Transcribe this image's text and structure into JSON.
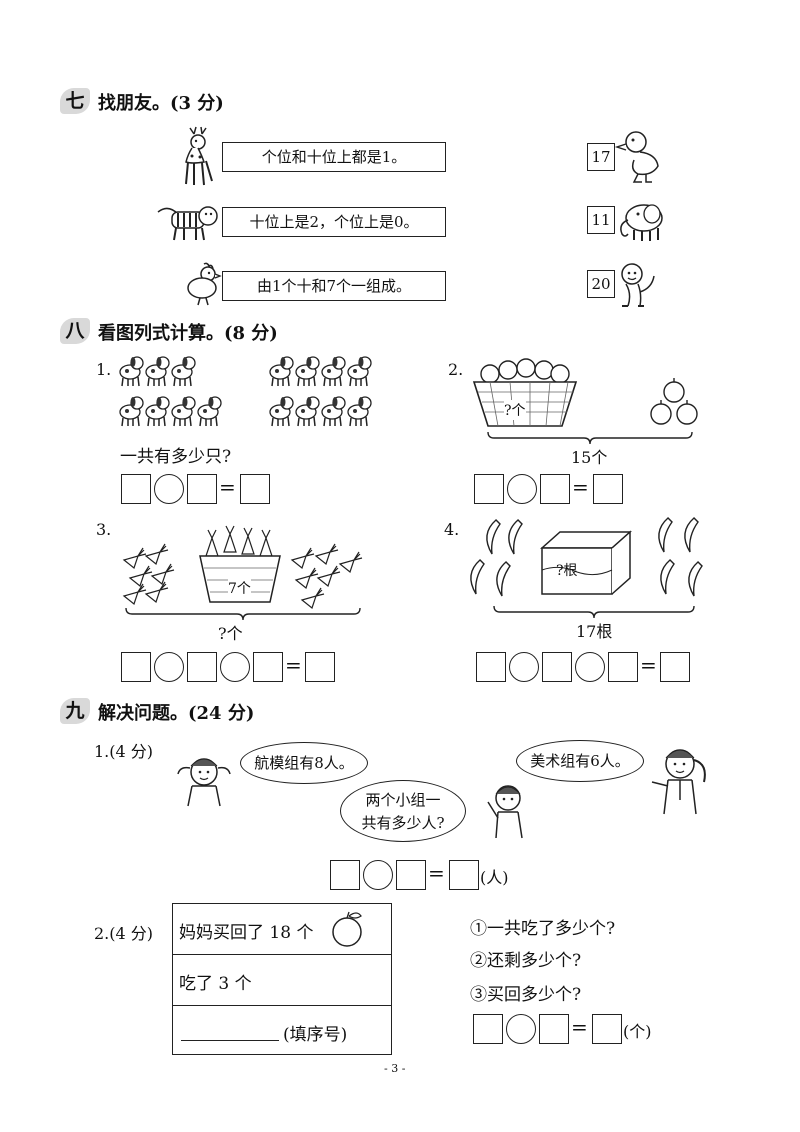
{
  "section7": {
    "num": "七",
    "title": "找朋友。(3 分)",
    "statements": [
      "个位和十位上都是1。",
      "十位上是2，个位上是0。",
      "由1个十和7个一组成。"
    ],
    "numbers": [
      "17",
      "11",
      "20"
    ],
    "animal_icons": [
      "deer-icon",
      "tiger-icon",
      "chicken-icon",
      "duck-icon",
      "elephant-icon",
      "monkey-icon"
    ]
  },
  "section8": {
    "num": "八",
    "title": "看图列式计算。(8 分)",
    "problems": [
      {
        "index": "1.",
        "question": "一共有多少只?"
      },
      {
        "index": "2.",
        "basket_label": "?个",
        "total_label": "15个"
      },
      {
        "index": "3.",
        "basket_label": "7个",
        "total_label": "?个"
      },
      {
        "index": "4.",
        "box_label": "?根",
        "total_label": "17根"
      }
    ],
    "eq_sign": "="
  },
  "section9": {
    "num": "九",
    "title": "解决问题。(24 分)",
    "p1": {
      "label": "1.(4 分)",
      "bubble_left": "航模组有8人。",
      "bubble_right": "美术组有6人。",
      "bubble_mid_1": "两个小组一",
      "bubble_mid_2": "共有多少人?",
      "unit": "(人)"
    },
    "p2": {
      "label": "2.(4 分)",
      "row1": "妈妈买回了 18 个",
      "row2": "吃了 3 个",
      "row3": "(填序号)",
      "options": [
        "①一共吃了多少个?",
        "②还剩多少个?",
        "③买回多少个?"
      ],
      "unit": "(个)"
    }
  },
  "footer": {
    "page": "- 3 -"
  }
}
